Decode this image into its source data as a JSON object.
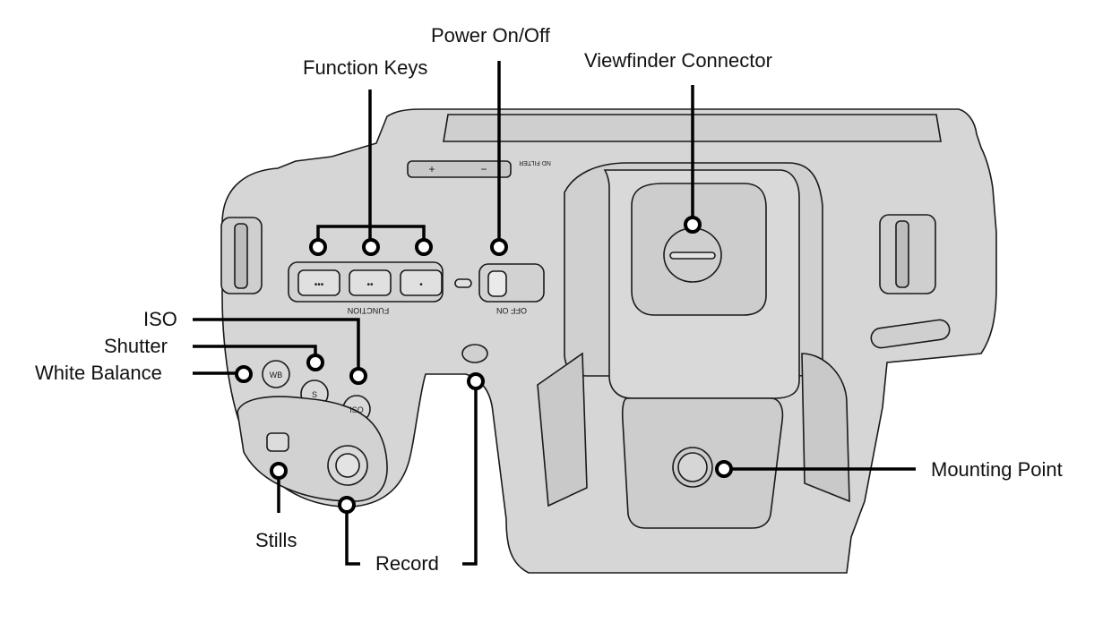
{
  "callouts": {
    "power": "Power On/Off",
    "function_keys": "Function Keys",
    "viewfinder": "Viewfinder Connector",
    "iso": "ISO",
    "shutter": "Shutter",
    "white_balance": "White Balance",
    "mounting_point": "Mounting Point",
    "stills": "Stills",
    "record": "Record"
  },
  "camera_labels": {
    "function": "FUNCTION",
    "off_on": "OFF  ON",
    "nd_filter": "ND FILTER",
    "wb_button": "WB",
    "s_button": "S",
    "iso_button": "ISO",
    "fn1_dots": "•••",
    "fn2_dots": "••",
    "fn3_dots": "•",
    "plus": "+",
    "minus": "−"
  },
  "colors": {
    "body": "#d6d6d6",
    "body_dark": "#bdbdbd",
    "outline": "#1a1a1a"
  }
}
